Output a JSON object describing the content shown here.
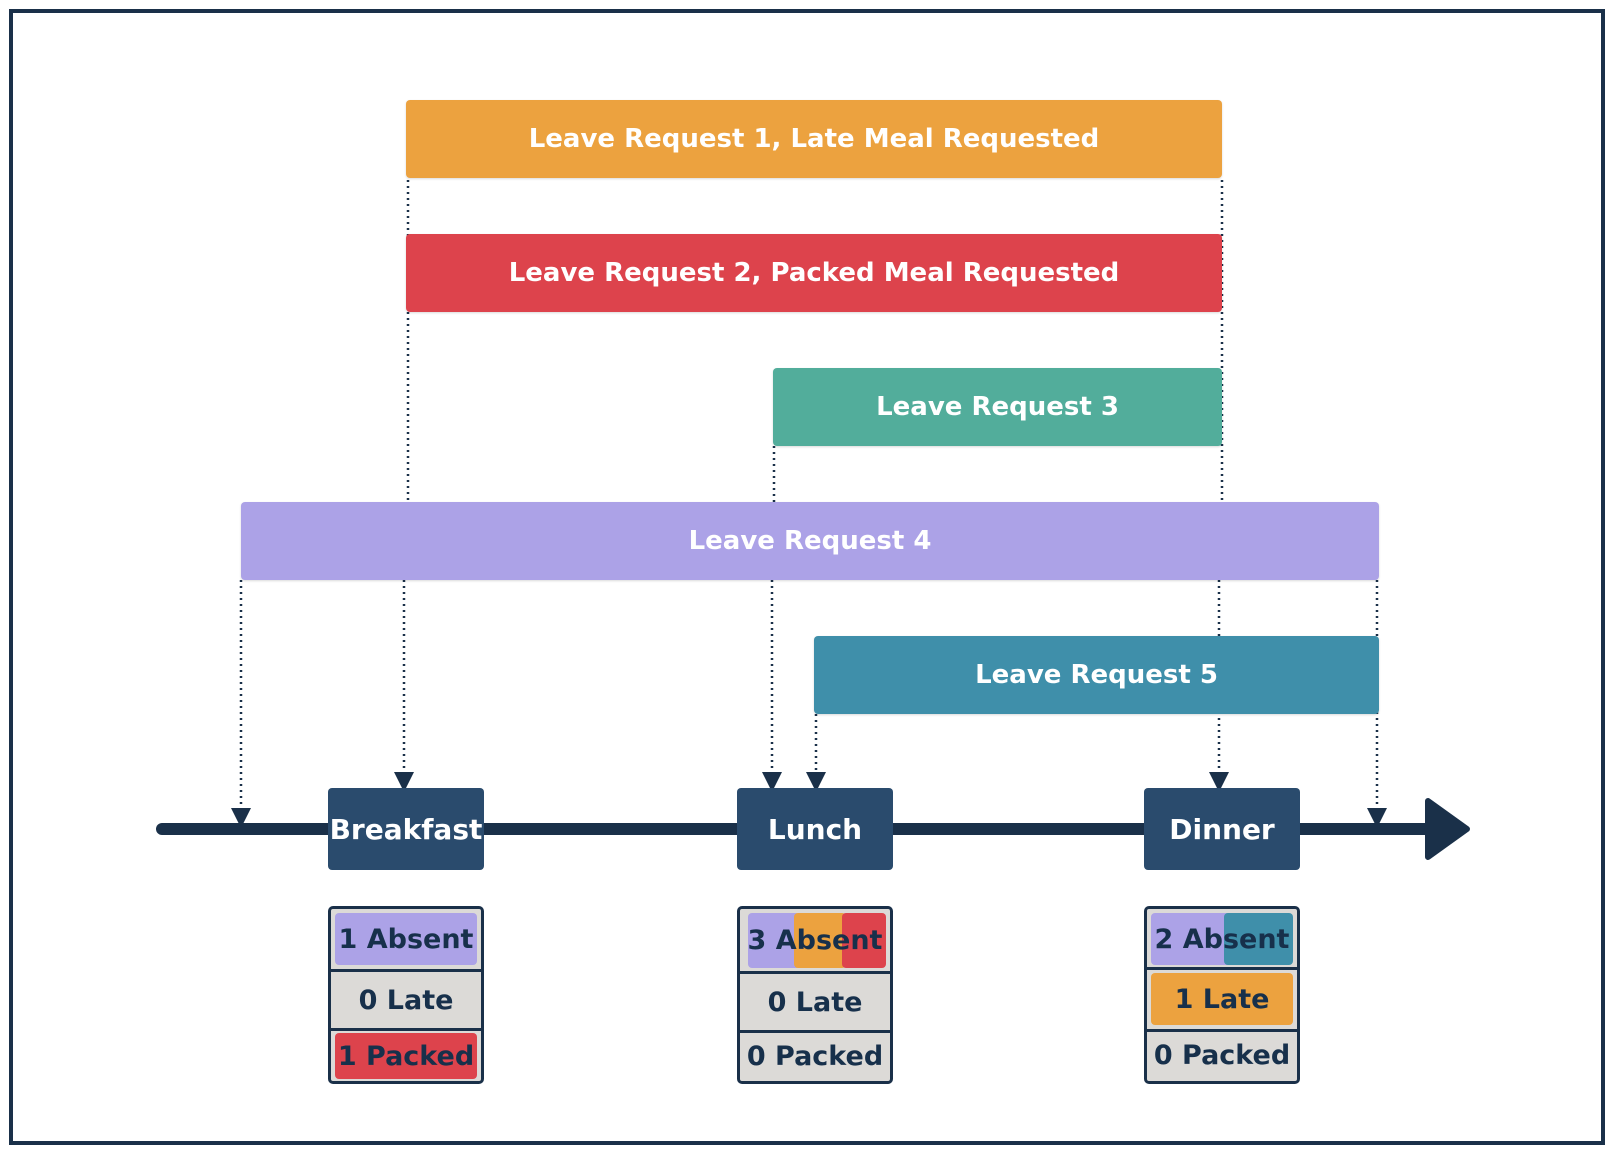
{
  "leave_requests": [
    {
      "label": "Leave Request 1, Late Meal Requested",
      "color": "#eca23f"
    },
    {
      "label": "Leave Request 2, Packed Meal Requested",
      "color": "#dd434c"
    },
    {
      "label": "Leave Request 3",
      "color": "#52ad9b"
    },
    {
      "label": "Leave Request 4",
      "color": "#aca2e7"
    },
    {
      "label": "Leave Request 5",
      "color": "#3f8faa"
    }
  ],
  "meals": [
    {
      "name": "Breakfast",
      "absent": "1 Absent",
      "late": "0 Late",
      "packed": "1 Packed"
    },
    {
      "name": "Lunch",
      "absent": "3 Absent",
      "late": "0 Late",
      "packed": "0 Packed"
    },
    {
      "name": "Dinner",
      "absent": "2 Absent",
      "late": "1 Late",
      "packed": "0 Packed"
    }
  ],
  "colors": {
    "timeline": "#1a3049",
    "meal_box": "#2a4b6d",
    "stat_bg": "#dcdad7",
    "stat_text": "#17304b"
  }
}
